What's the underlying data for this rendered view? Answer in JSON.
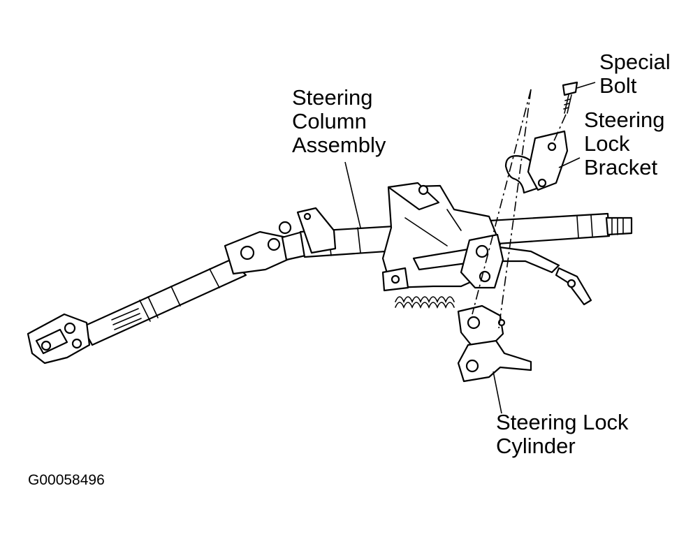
{
  "labels": {
    "special_bolt": [
      "Special",
      "Bolt"
    ],
    "steering_column_assembly": [
      "Steering",
      "Column",
      "Assembly"
    ],
    "steering_lock_bracket": [
      "Steering",
      "Lock",
      "Bracket"
    ],
    "steering_lock_cylinder": [
      "Steering Lock",
      "Cylinder"
    ]
  },
  "figure_id": "G00058496"
}
